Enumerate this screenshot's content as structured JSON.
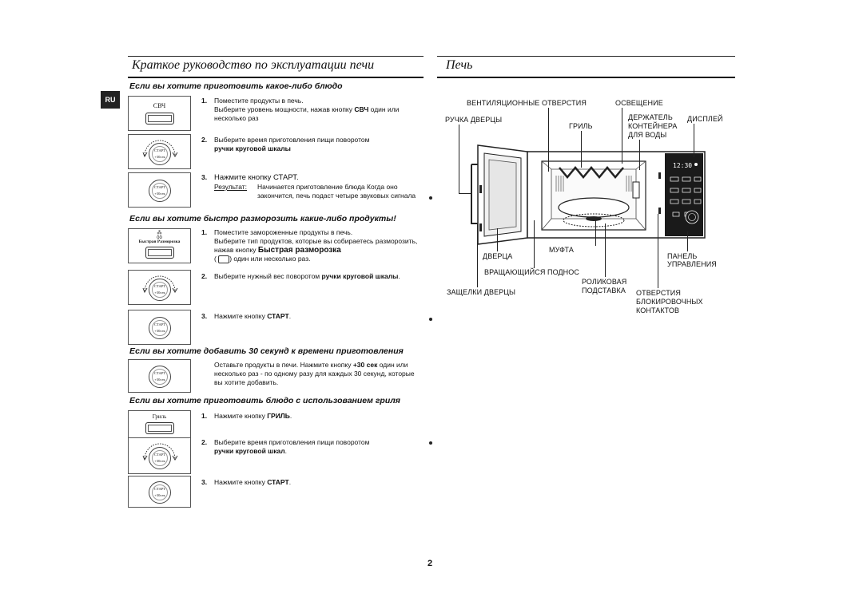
{
  "header": {
    "left_title": "Краткое руководство по эксплуатации печи",
    "right_title": "Печь"
  },
  "lang_badge": "RU",
  "sections": {
    "cook": {
      "heading": "Если вы хотите приготовить какое-либо блюдо",
      "button_label": "СВЧ",
      "steps": [
        {
          "num": "1.",
          "text_a": "Поместите продукты в печь.",
          "text_b": "Выберите уровень мощности, нажав кнопку ",
          "bold": "СВЧ",
          "text_c": " один или несколько раз"
        },
        {
          "num": "2.",
          "text_a": "Выберите время приготовления пищи поворотом",
          "bold": "ручки круговой шкалы"
        },
        {
          "num": "3.",
          "text_a": "Нажмите кнопку ",
          "bold": "СТАРТ",
          "text_c": ".",
          "result_label": "Результат:",
          "result_text": "Начинается приготовление блюда Когда оно закончится, печь подаст четыре звуковых сигнала"
        }
      ]
    },
    "defrost": {
      "heading": "Если вы хотите быстро разморозить какие-либо продукты!",
      "button_label": "Быстрая Разморозка",
      "steps": [
        {
          "num": "1.",
          "text_a": "Поместите замороженные продукты в печь.",
          "text_b": "Выберите тип продуктов, которые вы собираетесь разморозить, нажав кнопку ",
          "bold": "Быстрая разморозка",
          "text_c": ") один или несколько раз."
        },
        {
          "num": "2.",
          "text_a": "Выберите нужный вес поворотом ",
          "bold": "ручки круговой шкалы",
          "text_c": "."
        },
        {
          "num": "3.",
          "text_a": "Нажмите кнопку ",
          "bold": "СТАРТ",
          "text_c": "."
        }
      ]
    },
    "add30": {
      "heading": "Если вы хотите добавить 30 секунд к времени приготовления",
      "text_a": "Оставьте продукты в печи.  Нажмите кнопку ",
      "bold": "+30 сек",
      "text_c": " один или несколько раз - по одному разу для каждых 30 секунд, которые вы хотите добавить."
    },
    "grill": {
      "heading": "Если вы хотите приготовить блюдо с использованием гриля",
      "button_label": "Гриль",
      "steps": [
        {
          "num": "1.",
          "text_a": "Нажмите кнопку ",
          "bold": "ГРИЛЬ",
          "text_c": "."
        },
        {
          "num": "2.",
          "text_a": "Выберите время приготовления пищи поворотом",
          "bold": "ручки круговой шкал",
          "text_c": "."
        },
        {
          "num": "3.",
          "text_a": "Нажмите кнопку ",
          "bold": "СТАРТ",
          "text_c": "."
        }
      ]
    }
  },
  "knob": {
    "line1": "СТАРТ",
    "line2": "+30сек"
  },
  "oven_labels": {
    "vents": "ВЕНТИЛЯЦИОННЫЕ ОТВЕРСТИЯ",
    "light": "ОСВЕЩЕНИЕ",
    "handle": "РУЧКА ДВЕРЦЫ",
    "grill": "ГРИЛЬ",
    "holder_1": "ДЕРЖАТЕЛЬ",
    "holder_2": "КОНТЕЙНЕРА",
    "holder_3": "ДЛЯ ВОДЫ",
    "display": "ДИСПЛЕЙ",
    "display_time": "12:30",
    "door": "ДВЕРЦА",
    "coupler": "МУФТА",
    "panel_1": "ПАНЕЛЬ",
    "panel_2": "УПРАВЛЕНИЯ",
    "tray": "ВРАЩАЮЩИЙСЯ ПОДНОС",
    "roller_1": "РОЛИКОВАЯ",
    "roller_2": "ПОДСТАВКА",
    "latches": "ЗАЩЕЛКИ ДВЕРЦЫ",
    "holes_1": "ОТВЕРСТИЯ",
    "holes_2": "БЛОКИРОВОЧНЫХ",
    "holes_3": "КОНТАКТОВ"
  },
  "page_number": "2"
}
